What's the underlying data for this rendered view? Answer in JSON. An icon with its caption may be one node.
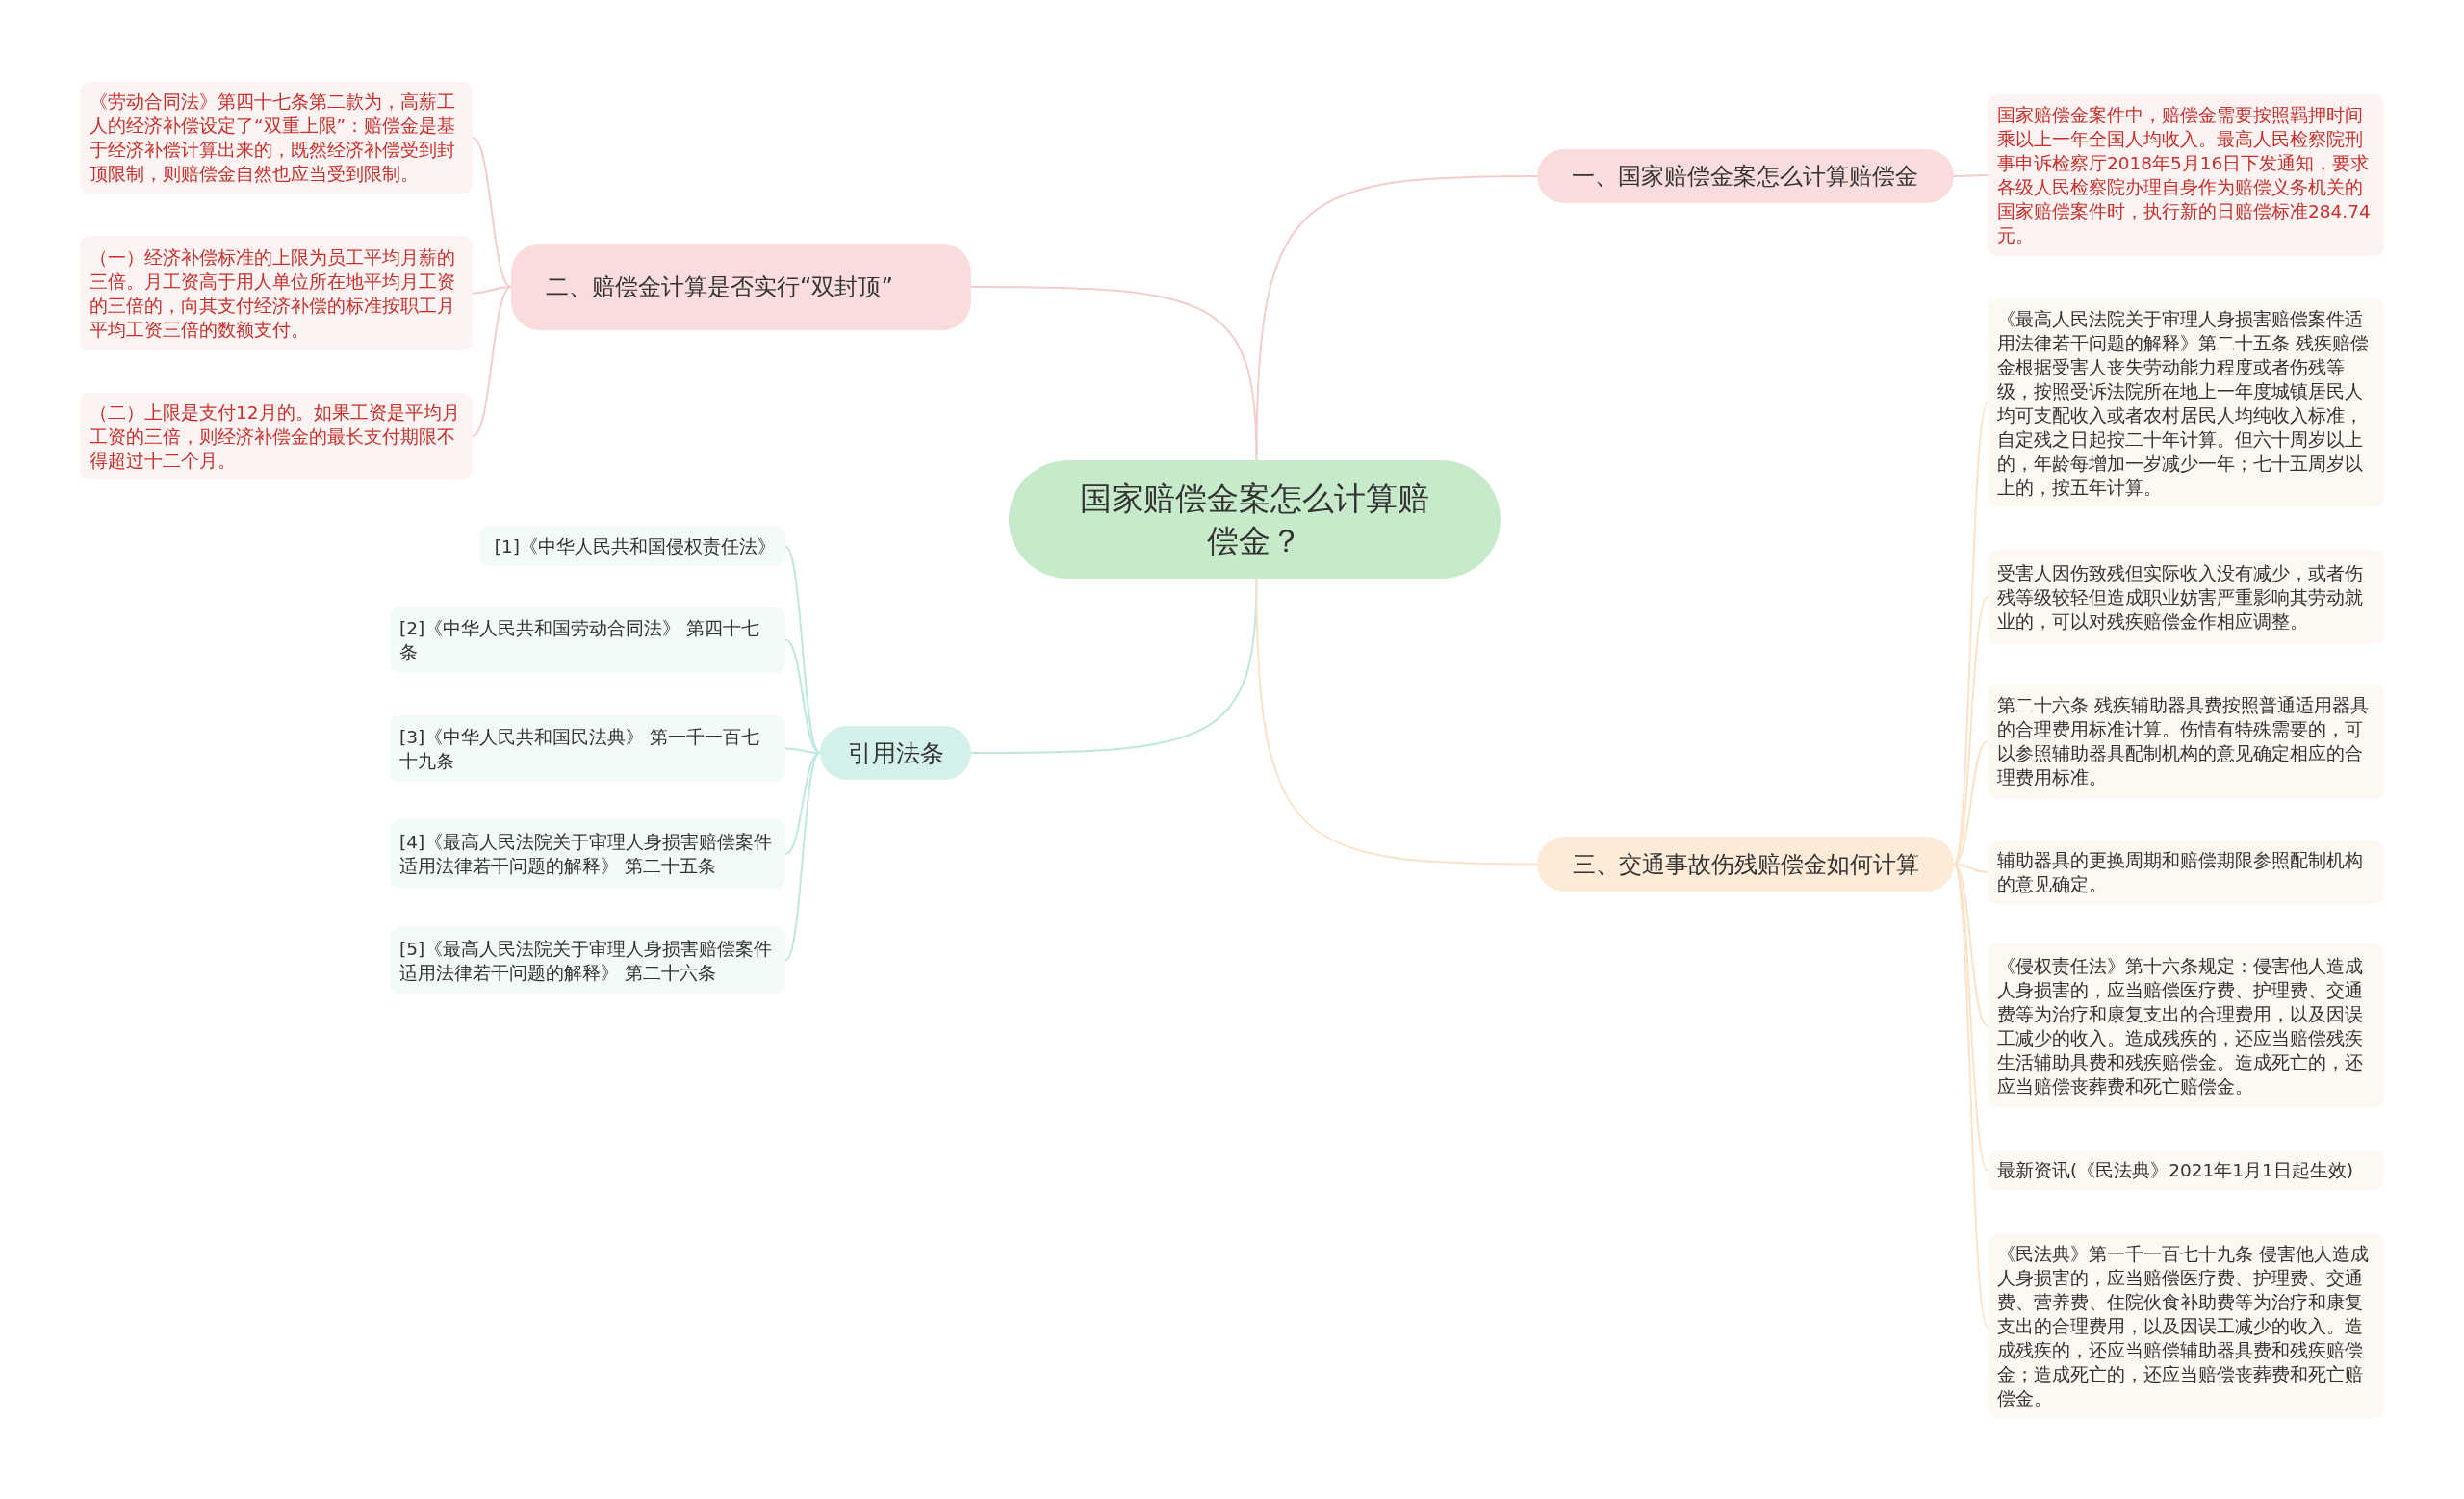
{
  "diagram": {
    "nodes": [
      {
        "text": [
          "国家赔偿金案怎么计算赔偿金？"
        ]
      },
      {
        "text": [
          "一、国家赔偿金案怎么计算赔偿金"
        ]
      },
      {
        "text": [
          "国家赔偿金案件中，赔偿金需要按照羁押时间乘以上一年全国人均收入。最高人民检察院刑事申诉检察厅2018年5月16日下发通知，要求各级人民检察院办理自身作为赔偿义务机关的国家赔偿案件时，执行新的日赔偿标准284.74元。"
        ]
      },
      {
        "text": [
          "二、赔偿金计算是否实行“双封顶”"
        ]
      },
      {
        "text": [
          "《劳动合同法》第四十七条第二款为，高薪工人的经济补偿设定了“双重上限”：赔偿金是基于经济补偿计算出来的，既然经济补偿受到封顶限制，则赔偿金自然也应当受到限制。"
        ]
      },
      {
        "text": [
          "（一）经济补偿标准的上限为员工平均月薪的三倍。月工资高于用人单位所在地平均月工资的三倍的，向其支付经济补偿的标准按职工月平均工资三倍的数额支付。"
        ]
      },
      {
        "text": [
          "（二）上限是支付12月的。如果工资是平均月工资的三倍，则经济补偿金的最长支付期限不得超过十二个月。"
        ]
      },
      {
        "text": [
          "引用法条"
        ]
      },
      {
        "text": [
          "[1]《中华人民共和国侵权责任法》"
        ]
      },
      {
        "text": [
          "[2]《中华人民共和国劳动合同法》 第四十七条"
        ]
      },
      {
        "text": [
          "[3]《中华人民共和国民法典》 第一千一百七十九条"
        ]
      },
      {
        "text": [
          "[4]《最高人民法院关于审理人身损害赔偿案件适用法律若干问题的解释》 第二十五条"
        ]
      },
      {
        "text": [
          "[5]《最高人民法院关于审理人身损害赔偿案件适用法律若干问题的解释》 第二十六条"
        ]
      },
      {
        "text": [
          "三、交通事故伤残赔偿金如何计算"
        ]
      },
      {
        "text": [
          "《最高人民法院关于审理人身损害赔偿案件适用法律若干问题的解释》第二十五条 残疾赔偿金根据受害人丧失劳动能力程度或者伤残等级，按照受诉法院所在地上一年度城镇居民人均可支配收入或者农村居民人均纯收入标准，自定残之日起按二十年计算。但六十周岁以上的，年龄每增加一岁减少一年；七十五周岁以上的，按五年计算。"
        ]
      },
      {
        "text": [
          "受害人因伤致残但实际收入没有减少，或者伤残等级较轻但造成职业妨害严重影响其劳动就业的，可以对残疾赔偿金作相应调整。"
        ]
      },
      {
        "text": [
          "第二十六条 残疾辅助器具费按照普通适用器具的合理费用标准计算。伤情有特殊需要的，可以参照辅助器具配制机构的意见确定相应的合理费用标准。"
        ]
      },
      {
        "text": [
          "辅助器具的更换周期和赔偿期限参照配制机构的意见确定。"
        ]
      },
      {
        "text": [
          "《侵权责任法》第十六条规定：侵害他人造成人身损害的，应当赔偿医疗费、护理费、交通费等为治疗和康复支出的合理费用，以及因误工减少的收入。造成残疾的，还应当赔偿残疾生活辅助具费和残疾赔偿金。造成死亡的，还应当赔偿丧葬费和死亡赔偿金。"
        ]
      },
      {
        "text": [
          "最新资讯(《民法典》2021年1月1日起生效)"
        ]
      },
      {
        "text": [
          "《民法典》第一千一百七十九条 侵害他人造成人身损害的，应当赔偿医疗费、护理费、交通费、营养费、住院伙食补助费等为治疗和康复支出的合理费用，以及因误工减少的收入。造成残疾的，还应当赔偿辅助器具费和残疾赔偿金；造成死亡的，还应当赔偿丧葬费和死亡赔偿金。"
        ]
      }
    ],
    "edges": [
      {
        "from": 0,
        "to": 1,
        "arrow": "none",
        "color": "#f5cccc"
      },
      {
        "from": 1,
        "to": 2,
        "arrow": "none",
        "color": "#f5cccc"
      },
      {
        "from": 0,
        "to": 3,
        "arrow": "none",
        "color": "#f5cccc"
      },
      {
        "from": 3,
        "to": 4,
        "arrow": "none",
        "color": "#f5cccc"
      },
      {
        "from": 3,
        "to": 5,
        "arrow": "none",
        "color": "#f5cccc"
      },
      {
        "from": 3,
        "to": 6,
        "arrow": "none",
        "color": "#f5cccc"
      },
      {
        "from": 0,
        "to": 7,
        "arrow": "none",
        "color": "#bde8df"
      },
      {
        "from": 7,
        "to": 8,
        "arrow": "none",
        "color": "#bde8df"
      },
      {
        "from": 7,
        "to": 9,
        "arrow": "none",
        "color": "#bde8df"
      },
      {
        "from": 7,
        "to": 10,
        "arrow": "none",
        "color": "#bde8df"
      },
      {
        "from": 7,
        "to": 11,
        "arrow": "none",
        "color": "#bde8df"
      },
      {
        "from": 7,
        "to": 12,
        "arrow": "none",
        "color": "#bde8df"
      },
      {
        "from": 0,
        "to": 13,
        "arrow": "none",
        "color": "#fbe3c8"
      },
      {
        "from": 13,
        "to": 14,
        "arrow": "none",
        "color": "#fbe3c8"
      },
      {
        "from": 13,
        "to": 15,
        "arrow": "none",
        "color": "#fbe3c8"
      },
      {
        "from": 13,
        "to": 16,
        "arrow": "none",
        "color": "#fbe3c8"
      },
      {
        "from": 13,
        "to": 17,
        "arrow": "none",
        "color": "#fbe3c8"
      },
      {
        "from": 13,
        "to": 18,
        "arrow": "none",
        "color": "#fbe3c8"
      },
      {
        "from": 13,
        "to": 19,
        "arrow": "none",
        "color": "#fbe3c8"
      },
      {
        "from": 13,
        "to": 20,
        "arrow": "none",
        "color": "#fbe3c8"
      }
    ]
  }
}
